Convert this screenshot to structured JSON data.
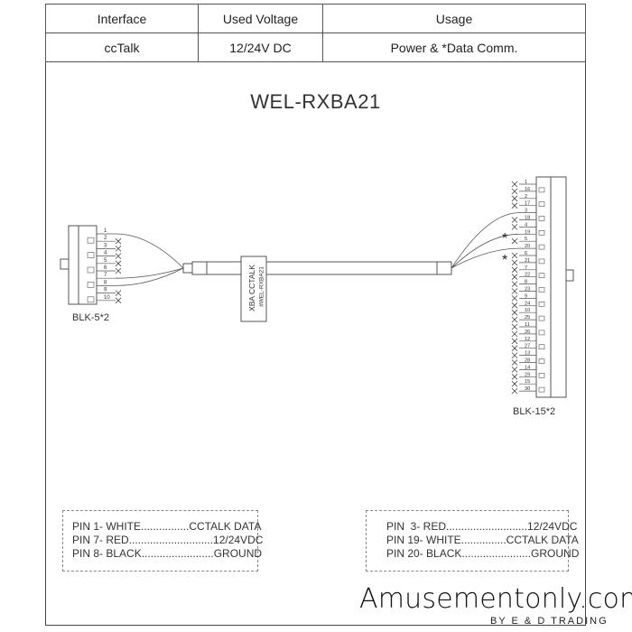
{
  "table": {
    "headers": [
      "Interface",
      "Used Voltage",
      "Usage"
    ],
    "row": [
      "ccTalk",
      "12/24V DC",
      "Power & *Data Comm."
    ]
  },
  "title": "WEL-RXBA21",
  "cable": {
    "label_1": "XBA CCTALK",
    "label_2": "#WEL-RXBA21"
  },
  "left_connector": {
    "name": "BLK-5*2",
    "pins": [
      "1",
      "2",
      "3",
      "4",
      "5",
      "6",
      "7",
      "8",
      "9",
      "10"
    ]
  },
  "right_connector": {
    "name": "BLK-15*2",
    "pins": [
      "1",
      "16",
      "2",
      "17",
      "3",
      "18",
      "4",
      "19",
      "5",
      "20",
      "6",
      "21",
      "7",
      "22",
      "8",
      "23",
      "9",
      "24",
      "10",
      "25",
      "11",
      "26",
      "12",
      "27",
      "13",
      "28",
      "14",
      "29",
      "15",
      "30"
    ]
  },
  "left_pins_box": {
    "lines": [
      "PIN 1- WHITE................CCTALK DATA",
      "PIN 7- RED............................12/24VDC",
      "PIN 8- BLACK........................GROUND"
    ]
  },
  "right_pins_box": {
    "lines": [
      "PIN  3- RED...........................12/24VDC",
      "PIN 19- WHITE...............CCTALK DATA",
      "PIN 20- BLACK.......................GROUND"
    ]
  },
  "brand": {
    "name": "Amusementonly.com",
    "tagline": "BY E & D TRADING"
  }
}
